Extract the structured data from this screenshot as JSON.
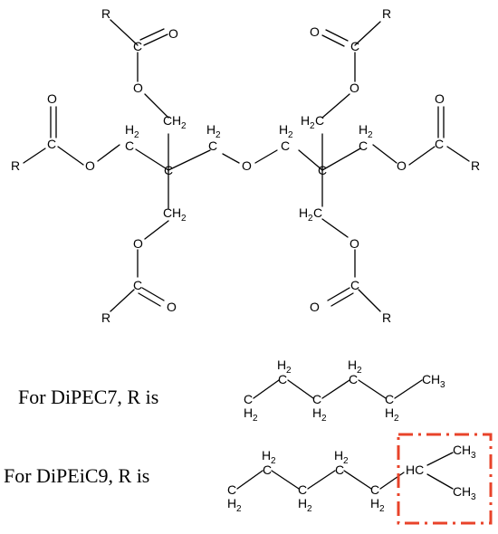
{
  "atoms": {
    "R": "R",
    "O": "O",
    "C": "C",
    "CH": "C",
    "H": "H",
    "HC": "HC",
    "two": "2",
    "three": "3"
  },
  "captions": {
    "dipec7": "For DiPEC7, R is",
    "dipeic9": "For DiPEiC9, R is"
  },
  "colors": {
    "highlight_box": "#e8432a",
    "ink": "#000000"
  }
}
